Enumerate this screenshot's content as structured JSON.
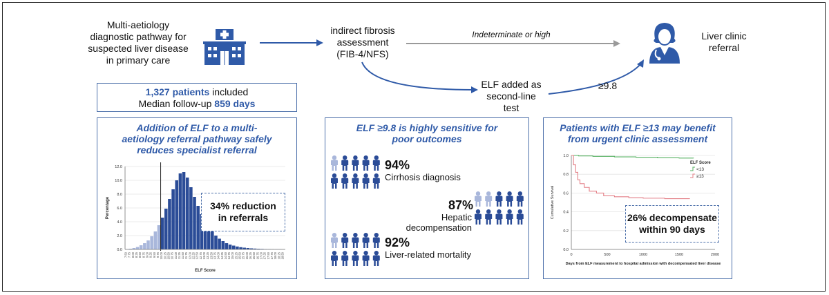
{
  "header": {
    "pathway_lines": [
      "Multi-aetiology",
      "diagnostic pathway for",
      "suspected liver disease",
      "in primary care"
    ],
    "indirect_lines": [
      "indirect fibrosis",
      "assessment",
      "(FIB-4/NFS)"
    ],
    "arrow_label": "Indeterminate or high",
    "referral_lines": [
      "Liver clinic",
      "referral"
    ],
    "elf_lines": [
      "ELF added as",
      "second-line",
      "test"
    ],
    "threshold": "≥9.8",
    "icons": [
      "hospital-icon",
      "doctor-icon"
    ]
  },
  "summary": {
    "patients_count": "1,327 patients",
    "patients_suffix": " included",
    "followup_prefix": "Median follow-up ",
    "followup_days": "859 days"
  },
  "panel1": {
    "title_lines": [
      "Addition of ELF to a multi-",
      "aetiology referral pathway safely",
      "reduces specialist referral"
    ],
    "callout_lines": [
      "34% reduction",
      "in referrals"
    ]
  },
  "panel2": {
    "title_lines": [
      "ELF ≥9.8 is highly sensitive for",
      "poor outcomes"
    ],
    "stats": [
      {
        "value": "94%",
        "label": "Cirrhosis diagnosis"
      },
      {
        "value": "87%",
        "label": "Hepatic decompensation"
      },
      {
        "value": "92%",
        "label": "Liver-related mortality"
      }
    ]
  },
  "panel3": {
    "title_lines": [
      "Patients with ELF ≥13 may benefit",
      "from urgent clinic assessment"
    ],
    "callout_lines": [
      "26% decompensate",
      "within 90 days"
    ]
  },
  "chart_data": [
    {
      "type": "bar",
      "ylabel": "Percentage",
      "xlabel": "ELF Score",
      "ylim": [
        0,
        12.0
      ],
      "yticks": [
        "0.0",
        "2.0",
        "4.0",
        "6.0",
        "8.0",
        "10.0",
        "12.0"
      ],
      "threshold": 9.8,
      "categories": [
        "7.50",
        "7.75",
        "8.00",
        "8.25",
        "8.50",
        "8.75",
        "9.00",
        "9.25",
        "9.50",
        "9.75",
        "10.00",
        "10.25",
        "10.50",
        "10.75",
        "11.00",
        "11.25",
        "11.50",
        "11.75",
        "12.00",
        "12.25",
        "12.50",
        "12.75",
        "13.00",
        "13.25",
        "13.50",
        "13.75",
        "14.00",
        "14.25",
        "14.50",
        "14.75",
        "15.00",
        "15.25",
        "15.50",
        "15.75",
        "16.00",
        "16.25",
        "16.50",
        "16.75",
        "17.00",
        "17.25",
        "17.50",
        "17.75",
        "18.00",
        "18.25",
        "18.50"
      ],
      "values": [
        0.05,
        0.1,
        0.2,
        0.35,
        0.6,
        0.9,
        1.3,
        1.9,
        2.6,
        3.5,
        4.6,
        5.9,
        7.3,
        8.7,
        10.0,
        11.0,
        11.2,
        10.4,
        9.0,
        7.6,
        6.3,
        5.1,
        4.1,
        3.3,
        2.6,
        2.0,
        1.55,
        1.2,
        0.9,
        0.7,
        0.55,
        0.42,
        0.32,
        0.25,
        0.2,
        0.15,
        0.12,
        0.09,
        0.07,
        0.05,
        0.04,
        0.03,
        0.02,
        0.02,
        0.01
      ]
    },
    {
      "type": "line",
      "ylabel": "Cumulative Survival",
      "xlabel": "Days from ELF measurement to hospital admission with decompensated liver disease",
      "xlim": [
        0,
        2000
      ],
      "ylim": [
        0,
        1.0
      ],
      "yticks": [
        "0.0",
        "0.2",
        "0.4",
        "0.6",
        "0.8",
        "1.0"
      ],
      "xticks": [
        "0",
        "500",
        "1000",
        "1500",
        "2000"
      ],
      "legend_title": "ELF Score",
      "series": [
        {
          "name": "<13",
          "color": "#55b060",
          "x": [
            0,
            100,
            300,
            600,
            900,
            1200,
            1500,
            1700
          ],
          "y": [
            1.0,
            0.995,
            0.99,
            0.985,
            0.98,
            0.975,
            0.972,
            0.97
          ]
        },
        {
          "name": "≥13",
          "color": "#e37f86",
          "x": [
            0,
            30,
            60,
            90,
            120,
            180,
            250,
            350,
            450,
            600,
            800,
            1000,
            1300,
            1650
          ],
          "y": [
            1.0,
            0.9,
            0.82,
            0.74,
            0.7,
            0.66,
            0.62,
            0.6,
            0.57,
            0.56,
            0.55,
            0.545,
            0.54,
            0.54
          ]
        }
      ]
    }
  ]
}
